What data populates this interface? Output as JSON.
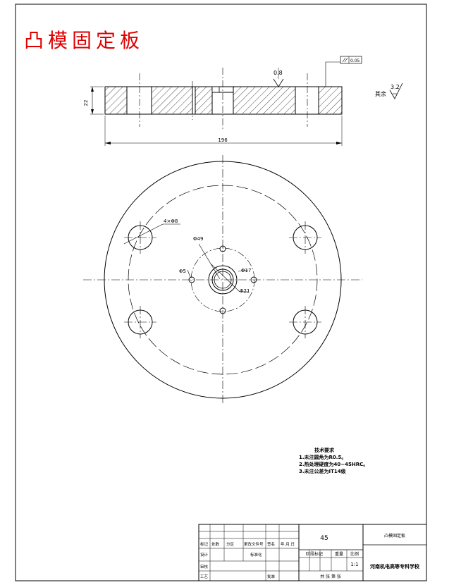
{
  "drawing_title": "凸模固定板",
  "section_view": {
    "roughness_top": "0.8",
    "flatness_tolerance": "0.05",
    "thickness_dim": "22",
    "width_dim": "196",
    "roughness_other_label": "其余",
    "roughness_other": "3.2"
  },
  "plan_view": {
    "hole_callout": "4×Φ8",
    "dim_d49": "Φ49",
    "dim_d5": "Φ5",
    "dim_d17": "Φ17",
    "dim_d21": "Φ21"
  },
  "tech_requirements": {
    "title": "技术要求",
    "items": [
      "1.未注圆角为R0.5。",
      "2.热处理硬度为40~45HRC。",
      "3.未注公差为IT14级"
    ]
  },
  "title_block": {
    "material": "45",
    "part_name": "凸模固定板",
    "school": "河南机电高等专科学校",
    "scale": "1:1",
    "scale_label": "比例",
    "weight_label": "重量",
    "stage_label": "阶段标记",
    "sheets_label": "共 张 第 张",
    "row_labels": [
      "标记",
      "处数",
      "分区",
      "更改文件号",
      "签名",
      "年.月.日"
    ],
    "design_label": "设计",
    "design_name": "标准化",
    "review_label": "审核",
    "process_label": "工艺",
    "approve_label": "批准"
  }
}
